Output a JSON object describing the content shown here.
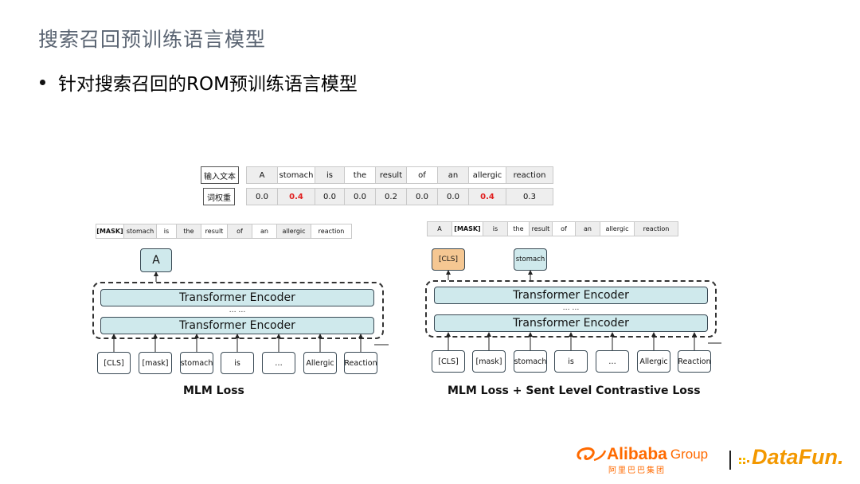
{
  "slide": {
    "title": "搜索召回预训练语言模型",
    "bullet": "针对搜索召回的ROM预训练语言模型"
  },
  "word_table": {
    "input_header": "输入文本",
    "weight_header": "词权重",
    "tokens": [
      "A",
      "stomach",
      "is",
      "the",
      "result",
      "of",
      "an",
      "allergic",
      "reaction"
    ],
    "weights": [
      "0.0",
      "0.4",
      "0.0",
      "0.0",
      "0.2",
      "0.0",
      "0.0",
      "0.4",
      "0.3"
    ],
    "highlight_color": "#e02020"
  },
  "left_diagram": {
    "target_strip": [
      "[MASK]",
      "stomach",
      "is",
      "the",
      "result",
      "of",
      "an",
      "allergic",
      "reaction"
    ],
    "output": "A",
    "encoder_top": "Transformer Encoder",
    "encoder_bottom": "Transformer Encoder",
    "ellipsis": "… …",
    "inputs": [
      "[CLS]",
      "[mask]",
      "stomach",
      "is",
      "…",
      "Allergic",
      "Reaction"
    ],
    "caption": "MLM  Loss"
  },
  "right_diagram": {
    "target_strip": [
      "A",
      "[MASK]",
      "is",
      "the",
      "result",
      "of",
      "an",
      "allergic",
      "reaction"
    ],
    "output_cls": "[CLS]",
    "output_word": "stomach",
    "encoder_top": "Transformer Encoder",
    "encoder_bottom": "Transformer Encoder",
    "ellipsis": "… …",
    "inputs": [
      "[CLS]",
      "[mask]",
      "stomach",
      "is",
      "…",
      "Allergic",
      "Reaction"
    ],
    "caption": "MLM  Loss + Sent Level Contrastive Loss"
  },
  "colors": {
    "encoder_fill": "#cfe9ec",
    "cls_output_fill": "#f5c792",
    "alibaba_orange": "#ff6a00",
    "datafun_orange": "#f39800"
  },
  "logos": {
    "alibaba": "Alibaba",
    "alibaba_group": "Group",
    "alibaba_cn": "阿里巴巴集团",
    "datafun": "DataFun."
  }
}
